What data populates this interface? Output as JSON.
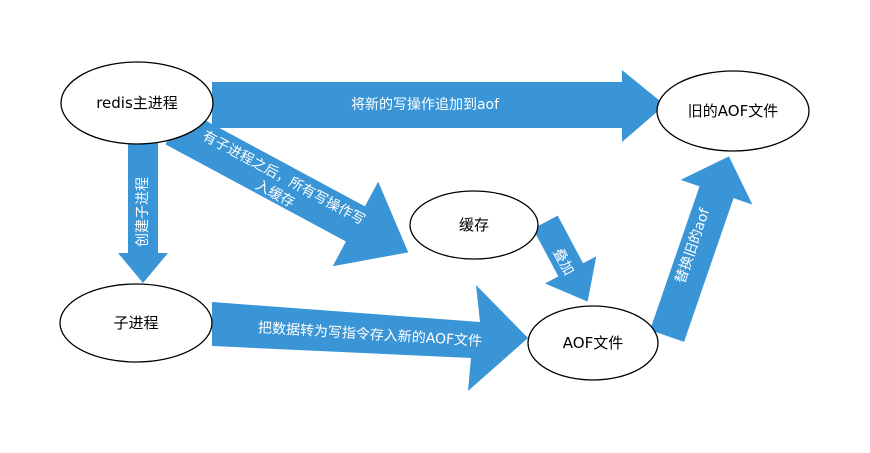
{
  "nodes": {
    "redis_main": "redis主进程",
    "old_aof": "旧的AOF文件",
    "cache": "缓存",
    "child_process": "子进程",
    "aof_file": "AOF文件"
  },
  "edges": {
    "append_write_ops": "将新的写操作追加到aof",
    "create_child": "创建子进程",
    "after_child_line1": "有子进程之后，所有写操作写",
    "after_child_line2": "入缓存",
    "add": "叠加",
    "convert_data": "把数据转为写指令存入新的AOF文件",
    "replace_old": "替换旧的aof"
  },
  "colors": {
    "arrow_fill": "#3a95d6",
    "arrow_text": "#ffffff",
    "node_stroke": "#000000",
    "node_fill": "#ffffff"
  }
}
